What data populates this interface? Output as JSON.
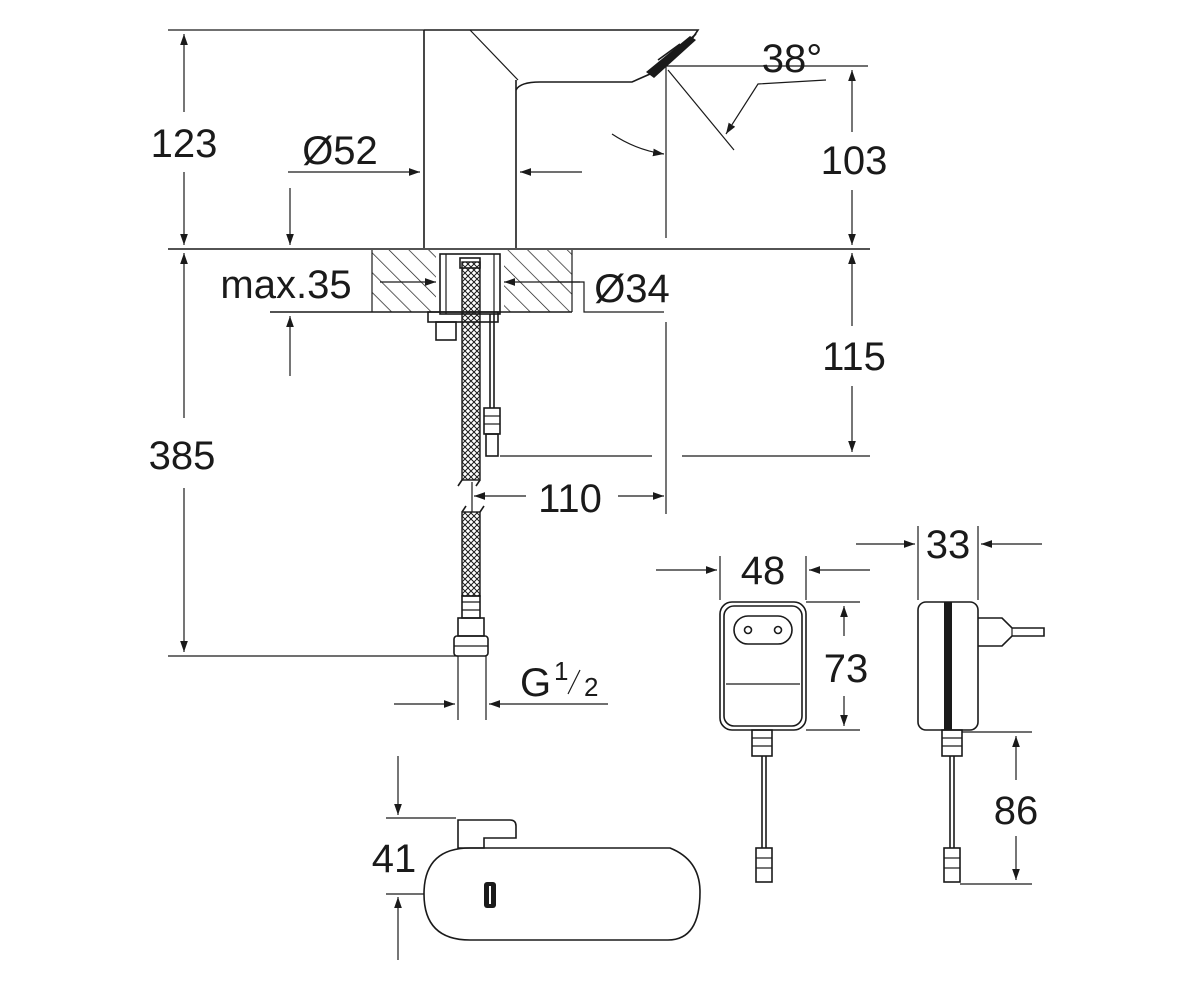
{
  "dimensions": {
    "spout_height": "123",
    "spout_diameter": "Ø52",
    "spray_angle": "38°",
    "outlet_height": "103",
    "max_thickness": "max.35",
    "hole_diameter": "Ø34",
    "under_deck": "115",
    "total_height": "385",
    "projection": "110",
    "connection_main": "G",
    "connection_num": "1",
    "connection_den": "2",
    "adapter_width": "48",
    "adapter_height": "73",
    "adapter_depth": "33",
    "adapter_cable": "86",
    "box_height": "41"
  }
}
